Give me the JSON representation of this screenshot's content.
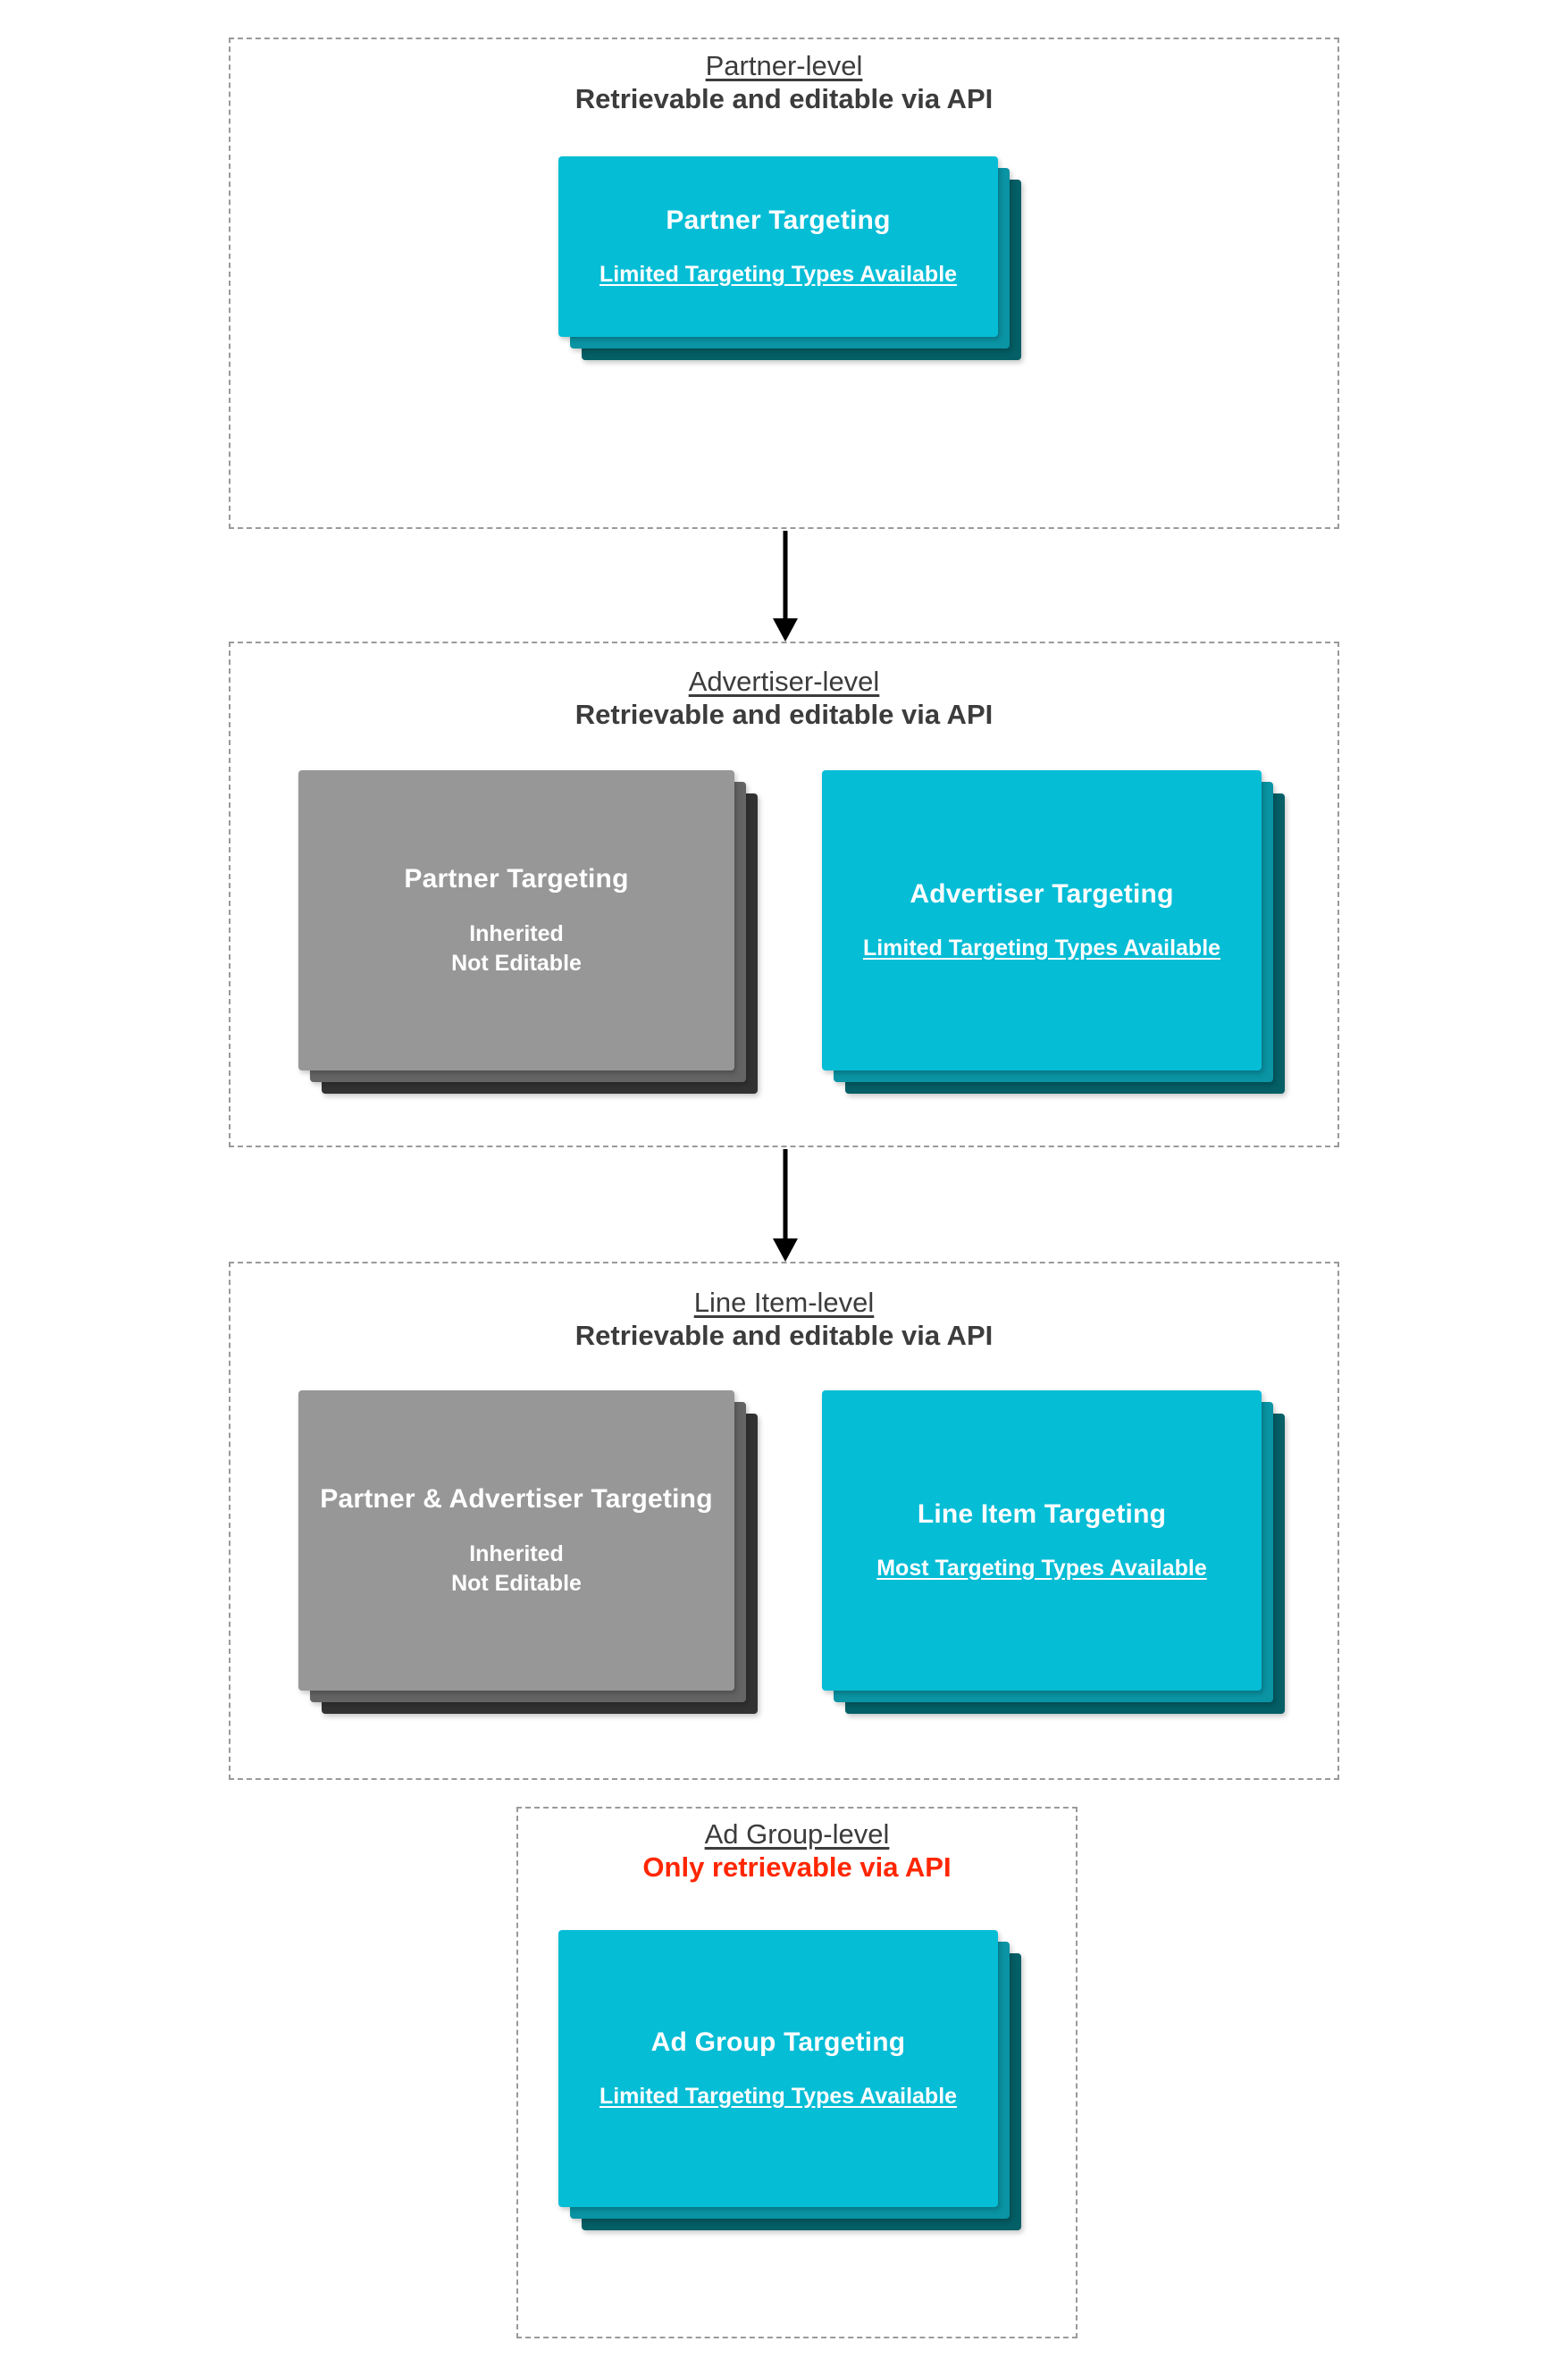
{
  "diagram": {
    "levels": [
      {
        "id": "partner",
        "title": "Partner-level",
        "subtitle": "Retrievable and editable via API",
        "subtitle_color": "#3c3c3c",
        "cards": [
          {
            "id": "partner-targeting",
            "title": "Partner Targeting",
            "note": "Limited Targeting Types Available",
            "note_underlined": true,
            "style": "cyan",
            "colors": {
              "front": "#06bdd6",
              "middle": "#0a94a4",
              "back": "#045f66"
            }
          }
        ]
      },
      {
        "id": "advertiser",
        "title": "Advertiser-level",
        "subtitle": "Retrievable and editable via API",
        "subtitle_color": "#3c3c3c",
        "cards": [
          {
            "id": "partner-targeting-inherited",
            "title": "Partner Targeting",
            "note": "Inherited\nNot Editable",
            "note_line1": "Inherited",
            "note_line2": "Not Editable",
            "note_underlined": false,
            "style": "gray",
            "colors": {
              "front": "#979797",
              "middle": "#646464",
              "back": "#323232"
            }
          },
          {
            "id": "advertiser-targeting",
            "title": "Advertiser Targeting",
            "note": "Limited Targeting Types Available",
            "note_underlined": true,
            "style": "cyan",
            "colors": {
              "front": "#06bdd6",
              "middle": "#0a94a4",
              "back": "#045f66"
            }
          }
        ]
      },
      {
        "id": "line-item",
        "title": "Line Item-level",
        "subtitle": "Retrievable and editable via API",
        "subtitle_color": "#3c3c3c",
        "cards": [
          {
            "id": "partner-advertiser-targeting-inherited",
            "title": "Partner & Advertiser Targeting",
            "note_line1": "Inherited",
            "note_line2": "Not Editable",
            "note_underlined": false,
            "style": "gray",
            "colors": {
              "front": "#979797",
              "middle": "#646464",
              "back": "#323232"
            }
          },
          {
            "id": "line-item-targeting",
            "title": "Line Item Targeting",
            "note": "Most Targeting Types Available",
            "note_underlined": true,
            "style": "cyan",
            "colors": {
              "front": "#06bdd6",
              "middle": "#0a94a4",
              "back": "#045f66"
            }
          }
        ]
      },
      {
        "id": "ad-group",
        "title": "Ad Group-level",
        "subtitle": "Only retrievable via API",
        "subtitle_color": "#ff2600",
        "cards": [
          {
            "id": "ad-group-targeting",
            "title": "Ad Group Targeting",
            "note": "Limited Targeting Types Available",
            "note_underlined": true,
            "style": "cyan",
            "colors": {
              "front": "#06bdd6",
              "middle": "#0a94a4",
              "back": "#045f66"
            }
          }
        ]
      }
    ],
    "connectors": [
      {
        "id": "partner-to-advertiser",
        "from": "partner",
        "to": "advertiser",
        "direction": "down"
      },
      {
        "id": "advertiser-to-line-item",
        "from": "advertiser",
        "to": "line-item",
        "direction": "down"
      }
    ],
    "palette": {
      "cyan_front": "#06bdd6",
      "cyan_middle": "#0a94a4",
      "cyan_back": "#045f66",
      "gray_front": "#979797",
      "gray_middle": "#646464",
      "gray_back": "#323232",
      "text_dark": "#3c3c3c",
      "text_warning": "#ff2600",
      "dashed_border": "#9a9a9a",
      "background": "#ffffff"
    }
  }
}
